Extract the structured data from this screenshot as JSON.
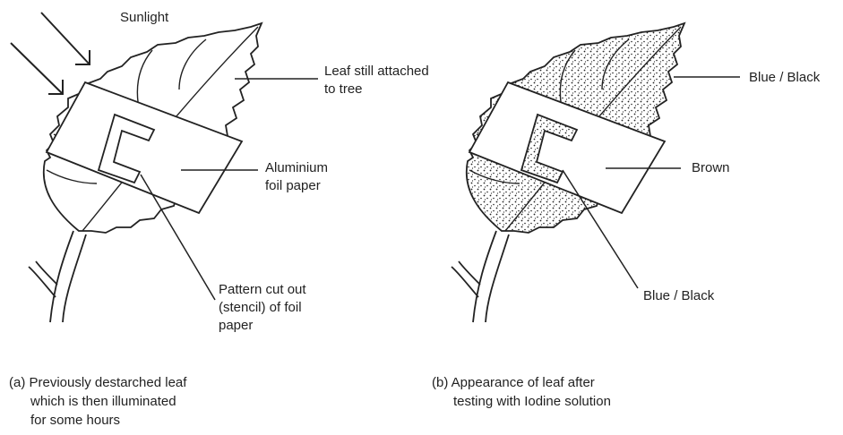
{
  "figure_a": {
    "sunlight_label": "Sunlight",
    "leaf_label": [
      "Leaf still attached",
      "to tree"
    ],
    "foil_label": [
      "Aluminium",
      "foil paper"
    ],
    "stencil_label": [
      "Pattern cut out",
      "(stencil) of foil",
      "paper"
    ],
    "caption": [
      "(a) Previously destarched leaf",
      "which is then illuminated",
      "for some hours"
    ]
  },
  "figure_b": {
    "top_label": "Blue / Black",
    "foil_label": "Brown",
    "stencil_label": "Blue / Black",
    "caption": [
      "(b) Appearance of leaf after",
      "testing with Iodine solution"
    ]
  }
}
